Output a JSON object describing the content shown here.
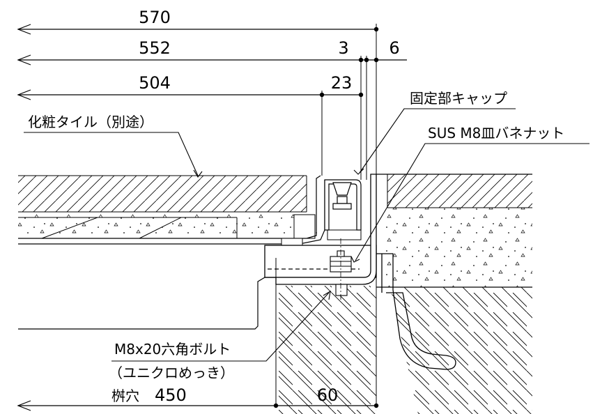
{
  "dimensions": {
    "d570": "570",
    "d552": "552",
    "d3": "3",
    "d6": "6",
    "d504": "504",
    "d23": "23",
    "d60": "60",
    "d450_prefix": "桝穴",
    "d450": "450"
  },
  "labels": {
    "cap": "固定部キャップ",
    "nut": "SUS M8皿バネナット",
    "tile": "化粧タイル（別途）",
    "bolt_line1": "M8x20六角ボルト",
    "bolt_line2": "（ユニクロめっき）"
  }
}
